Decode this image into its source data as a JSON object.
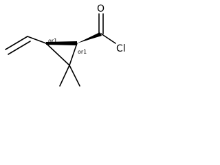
{
  "molecule": {
    "atoms": {
      "oxygen": "O",
      "chlorine": "Cl"
    },
    "stereo_labels": {
      "c1": "or1",
      "c2": "or1"
    }
  },
  "colors": {
    "bond": "#000000",
    "background": "#ffffff"
  }
}
